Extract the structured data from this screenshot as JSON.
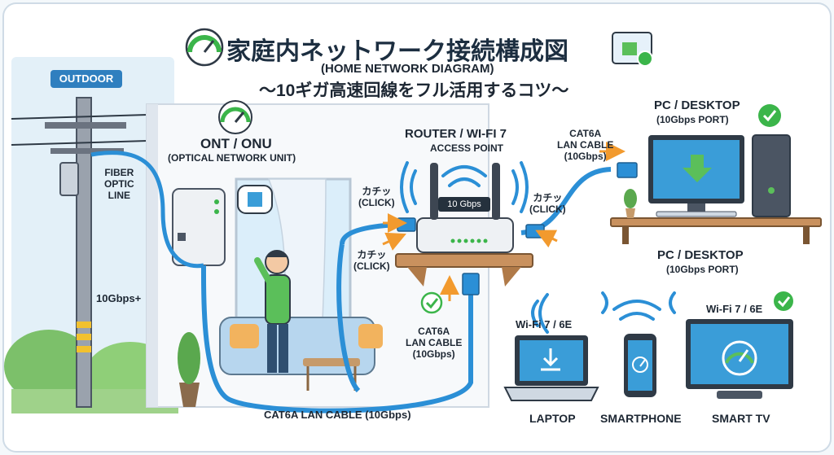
{
  "title": "家庭内ネットワーク接続構成図",
  "subtitle_en": "(HOME NETWORK DIAGRAM)",
  "subtitle_jp": "〜10ギガ高速回線をフル活用するコツ〜",
  "outdoor_badge": "OUTDOOR",
  "fiber_label": [
    "FIBER",
    "OPTIC",
    "LINE"
  ],
  "pole_speed": "10Gbps+",
  "ont": {
    "title": "ONT / ONU",
    "subtitle": "(OPTICAL NETWORK UNIT)"
  },
  "router": {
    "title": "ROUTER / WI-FI 7",
    "subtitle": "ACCESS POINT",
    "speed_display": "10 Gbps"
  },
  "click_labels": {
    "text": "カチッ",
    "en": "(CLICK)"
  },
  "cable_right": [
    "CAT6A",
    "LAN CABLE",
    "(10Gbps)"
  ],
  "cable_under": [
    "CAT6A",
    "LAN CABLE",
    "(10Gbps)"
  ],
  "cable_bottom": "CAT6A LAN CABLE (10Gbps)",
  "pc_top": {
    "title": "PC / DESKTOP",
    "port": "(10Gbps PORT)"
  },
  "pc_mid": {
    "title": "PC / DESKTOP",
    "port": "(10Gbps PORT)"
  },
  "wifi_left": "Wi-Fi 7 / 6E",
  "wifi_right": "Wi-Fi 7 / 6E",
  "devices": {
    "laptop": "LAPTOP",
    "smartphone": "SMARTPHONE",
    "tv": "SMART TV"
  },
  "colors": {
    "cable": "#2b8fd6",
    "check": "#3bb54a",
    "arrow": "#f29a2e",
    "title": "#1c2e40",
    "screen": "#3a9dd8"
  }
}
